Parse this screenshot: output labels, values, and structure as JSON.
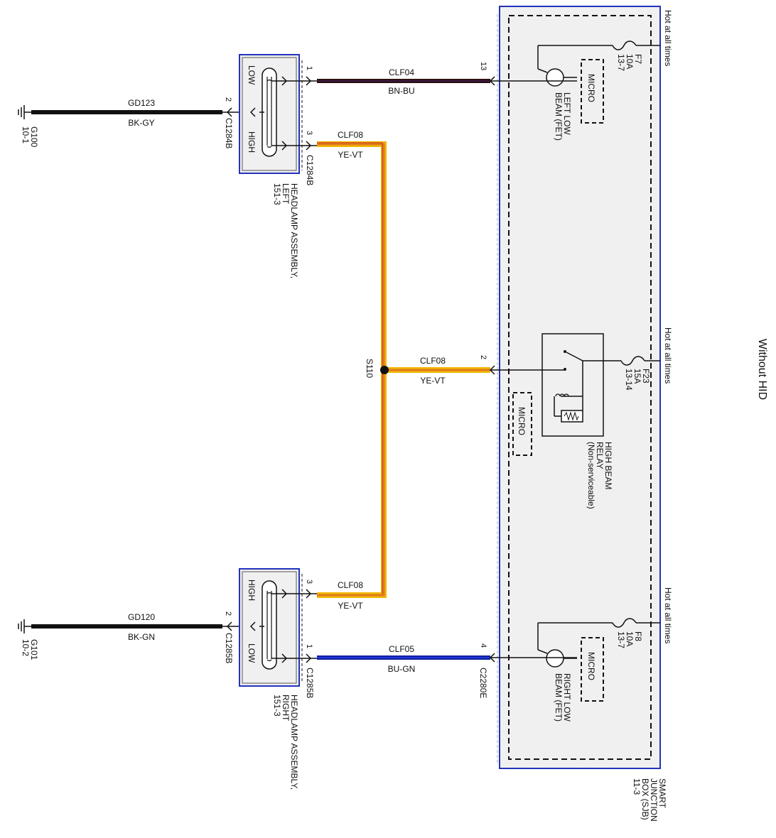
{
  "title": "Without HID",
  "sjb": {
    "label_lines": [
      "SMART",
      "JUNCTION",
      "BOX (SJB)",
      "11-3"
    ],
    "hot_label": "Hot at all times",
    "connector": "C2280E",
    "micro": "MICRO",
    "fuse_f7": {
      "name": "F7",
      "amps": "10A",
      "ref": "13-7"
    },
    "fuse_f23": {
      "name": "F23",
      "amps": "15A",
      "ref": "13-14"
    },
    "fuse_f8": {
      "name": "F8",
      "amps": "10A",
      "ref": "13-7"
    },
    "left_fet_lines": [
      "LEFT LOW",
      "BEAM (FET)"
    ],
    "right_fet_lines": [
      "RIGHT LOW",
      "BEAM (FET)"
    ],
    "relay_lines": [
      "HIGH BEAM",
      "RELAY",
      "(Non-serviceable)"
    ]
  },
  "headlamp_left": {
    "connector": "C1284B",
    "low": "LOW",
    "high": "HIGH",
    "label_lines": [
      "HEADLAMP ASSEMBLY,",
      "LEFT",
      "151-3"
    ]
  },
  "headlamp_right": {
    "connector": "C1285B",
    "low": "LOW",
    "high": "HIGH",
    "label_lines": [
      "HEADLAMP ASSEMBLY,",
      "RIGHT",
      "151-3"
    ]
  },
  "grounds": {
    "g100": {
      "name": "G100",
      "ref": "10-1"
    },
    "g101": {
      "name": "G101",
      "ref": "10-2"
    }
  },
  "splice": "S110",
  "wires": {
    "gd123": {
      "circuit": "GD123",
      "color": "BK-GY"
    },
    "gd120": {
      "circuit": "GD120",
      "color": "BK-GN"
    },
    "clf04": {
      "circuit": "CLF04",
      "color": "BN-BU"
    },
    "clf08_top": {
      "circuit": "CLF08",
      "color": "YE-VT"
    },
    "clf08_mid": {
      "circuit": "CLF08",
      "color": "YE-VT"
    },
    "clf08_bot": {
      "circuit": "CLF08",
      "color": "YE-VT"
    },
    "clf05": {
      "circuit": "CLF05",
      "color": "BU-GN"
    }
  },
  "pins": {
    "hl_left_1": "1",
    "hl_left_2": "2",
    "hl_left_3": "3",
    "hl_right_1": "1",
    "hl_right_2": "2",
    "hl_right_3": "3",
    "sjb_13": "13",
    "sjb_2": "2",
    "sjb_4": "4"
  }
}
